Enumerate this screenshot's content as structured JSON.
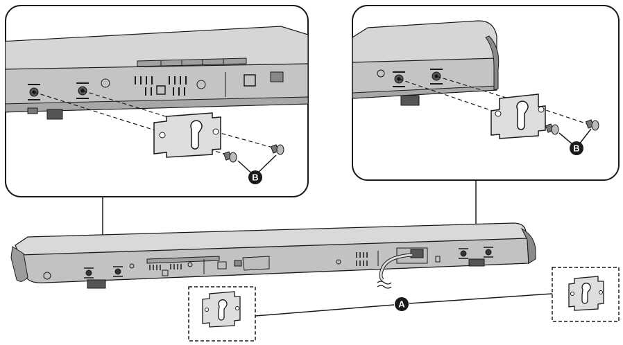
{
  "callouts": {
    "bracket_label": "A",
    "screw_label_left": "B",
    "screw_label_right": "B"
  },
  "colors": {
    "outline": "#1a1a1a",
    "body_fill": "#bdbdbd",
    "body_top": "#d9d9d9",
    "body_dark": "#9a9a9a",
    "callout_fill": "#1a1a1a"
  }
}
